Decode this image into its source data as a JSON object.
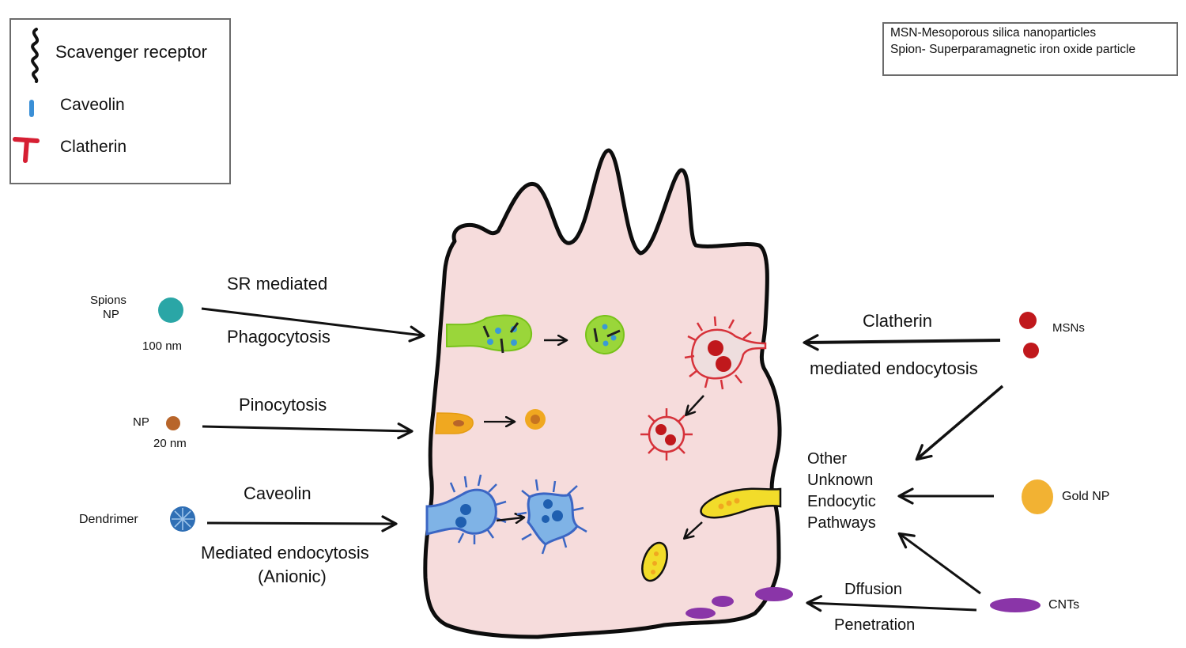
{
  "legend": {
    "items": [
      {
        "icon": "scavenger-receptor-icon",
        "label": "Scavenger receptor"
      },
      {
        "icon": "caveolin-icon",
        "label": "Caveolin"
      },
      {
        "icon": "clatherin-icon",
        "label": "Clatherin"
      }
    ]
  },
  "abbreviations": [
    "MSN-Mesoporous silica nanoparticles",
    "Spion- Superparamagnetic iron oxide particle"
  ],
  "left_pathways": {
    "spions": {
      "label_line1": "Spions",
      "label_line2": "NP",
      "size": "100 nm",
      "pathway_top": "SR mediated",
      "pathway_bottom": "Phagocytosis",
      "color": "#2aa6a6"
    },
    "np": {
      "label": "NP",
      "size": "20 nm",
      "pathway_top": "Pinocytosis",
      "color": "#b8652a"
    },
    "dendrimer": {
      "label": "Dendrimer",
      "pathway_top": "Caveolin",
      "pathway_bottom": "Mediated endocytosis",
      "pathway_note": "(Anionic)",
      "color": "#2f6fb5"
    }
  },
  "right_pathways": {
    "msns": {
      "label": "MSNs",
      "pathway_top": "Clatherin",
      "pathway_bottom": "mediated endocytosis",
      "color": "#c0181c"
    },
    "other": {
      "line1": "Other",
      "line2": "Unknown",
      "line3": "Endocytic",
      "line4": "Pathways"
    },
    "gold": {
      "label": "Gold NP",
      "color": "#f2b233"
    },
    "cnts": {
      "label": "CNTs",
      "pathway_top": "Dffusion",
      "pathway_bottom": "Penetration",
      "color": "#8a35a8"
    }
  },
  "colors": {
    "cell_fill": "#f6dcdc",
    "outline": "#0d0d0d",
    "phagosome": "#9ad63a",
    "pinosome": "#f0a820",
    "caveosome": "#7fb3e6",
    "clathrin_vesicle": "#d6323a",
    "gold_vesicle": "#f2dc2a"
  }
}
